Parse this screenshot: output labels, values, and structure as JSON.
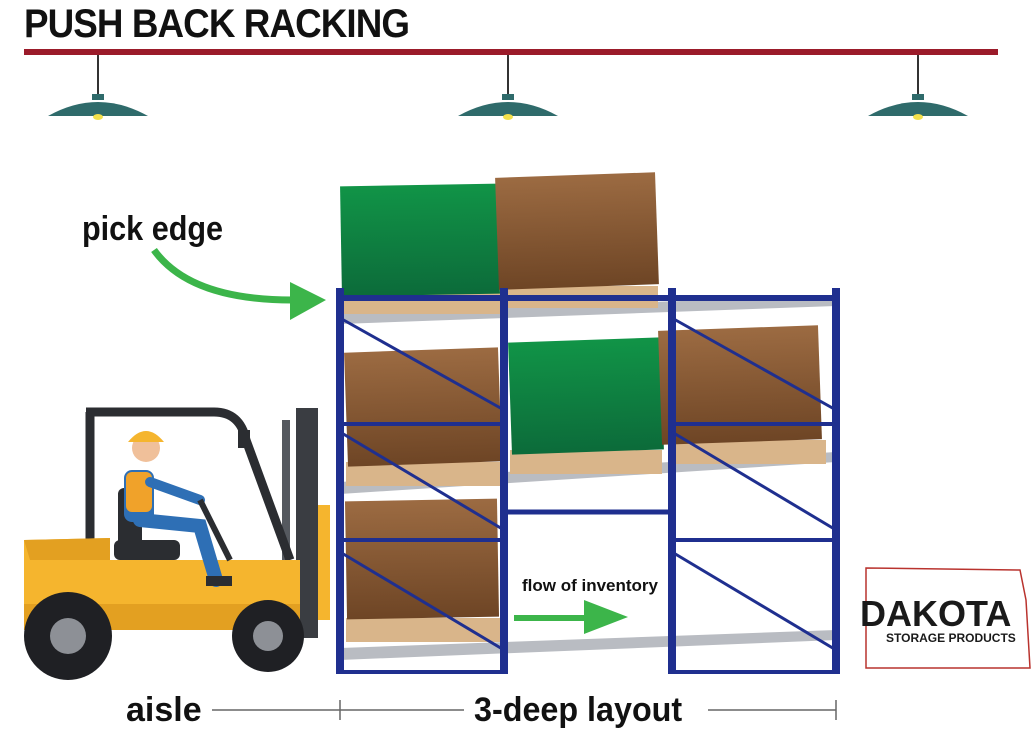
{
  "title": "PUSH BACK RACKING",
  "labels": {
    "pick_edge": "pick edge",
    "flow": "flow of inventory",
    "aisle": "aisle",
    "layout": "3-deep layout"
  },
  "logo": {
    "name": "DAKOTA",
    "subtitle": "STORAGE PRODUCTS"
  },
  "colors": {
    "title_rule": "#9b1b2a",
    "rack_blue": "#1f2f8f",
    "arrow_green": "#3cb54a",
    "forklift_yellow": "#f5b52e",
    "box_green": "#13994a",
    "box_brown": "#8a5a33",
    "lamp": "#2f6b6b"
  },
  "icons": [
    "pendant-lamp-icon",
    "forklift-icon",
    "pallet-box-icon",
    "arrow-icon"
  ]
}
